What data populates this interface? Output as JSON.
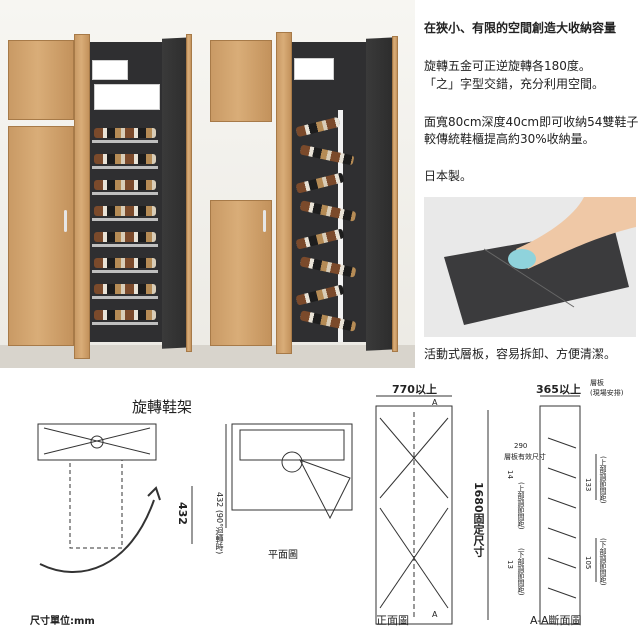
{
  "info": {
    "heading": "在狹小、有限的空間創造大收納容量",
    "line1": "旋轉五金可正逆旋轉各180度。",
    "line2": "「之」字型交錯，充分利用空間。",
    "line3": "面寬80cm深度40cm即可收納54雙鞋子",
    "line4": "較傳統鞋櫃提高約30%收納量。",
    "line5": "日本製。",
    "caption": "活動式層板，容易拆卸、方便清潔。"
  },
  "diagram": {
    "title": "旋轉鞋架",
    "dim_432": "432",
    "dim_432_note": "432 (90°迴轉時)",
    "plan_label": "平面圖",
    "unit_label": "尺寸單位:mm",
    "front_width": "770以上",
    "front_height": "1680固定尺寸",
    "front_label": "正面圖",
    "section_mark": "A",
    "side_width": "365以上",
    "side_note_line1": "層板",
    "side_note_line2": "(現場安排)",
    "shelf_pitch_290": "290",
    "shelf_pitch_290_note": "層板有效尺寸",
    "dim_14": "14",
    "dim_14_note": "(上部調節間距)",
    "dim_133": "133",
    "dim_133_note": "(上部調節間距)",
    "dim_13": "13",
    "dim_13_note": "(下部調節間距)",
    "dim_105": "105",
    "dim_105_note": "(下部調節間距)",
    "section_label": "A-A斷面圖"
  }
}
